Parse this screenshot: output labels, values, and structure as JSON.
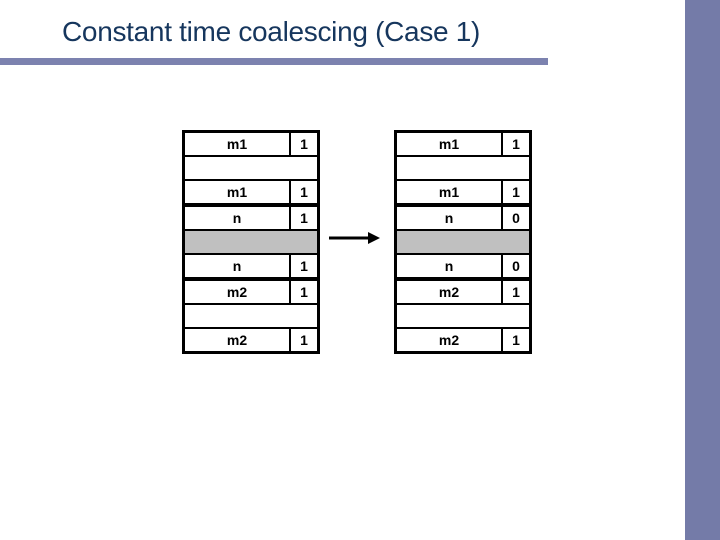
{
  "title": "Constant time coalescing (Case 1)",
  "colors": {
    "title_text": "#16365D",
    "accent_bar_horizontal": "#7C82AF",
    "accent_bar_vertical": "#747BA8",
    "table_border": "#000000",
    "shaded_payload": "#C0C0C0",
    "background": "#FFFFFF"
  },
  "diagram": {
    "arrow_icon": "right-arrow",
    "before": {
      "name": "heap-before",
      "rows": [
        {
          "kind": "cell",
          "label": "m1",
          "value": "1"
        },
        {
          "kind": "payload",
          "shaded": false
        },
        {
          "kind": "cell",
          "label": "m1",
          "value": "1",
          "thick_below": true
        },
        {
          "kind": "cell",
          "label": "n",
          "value": "1"
        },
        {
          "kind": "payload",
          "shaded": true
        },
        {
          "kind": "cell",
          "label": "n",
          "value": "1",
          "thick_below": true
        },
        {
          "kind": "cell",
          "label": "m2",
          "value": "1"
        },
        {
          "kind": "payload",
          "shaded": false
        },
        {
          "kind": "cell",
          "label": "m2",
          "value": "1"
        }
      ]
    },
    "after": {
      "name": "heap-after",
      "rows": [
        {
          "kind": "cell",
          "label": "m1",
          "value": "1"
        },
        {
          "kind": "payload",
          "shaded": false
        },
        {
          "kind": "cell",
          "label": "m1",
          "value": "1",
          "thick_below": true
        },
        {
          "kind": "cell",
          "label": "n",
          "value": "0"
        },
        {
          "kind": "payload",
          "shaded": true
        },
        {
          "kind": "cell",
          "label": "n",
          "value": "0",
          "thick_below": true
        },
        {
          "kind": "cell",
          "label": "m2",
          "value": "1"
        },
        {
          "kind": "payload",
          "shaded": false
        },
        {
          "kind": "cell",
          "label": "m2",
          "value": "1"
        }
      ]
    }
  }
}
